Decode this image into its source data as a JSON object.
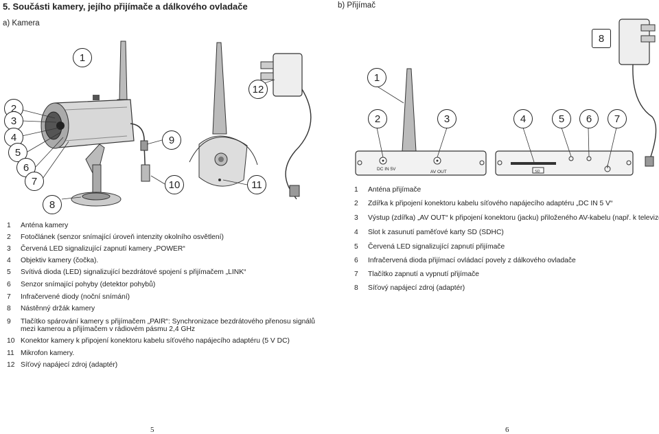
{
  "heading": "5. Součásti kamery, jejího přijímače a dálkového ovladače",
  "sections": {
    "camera": "a) Kamera",
    "receiver": "b) Přijímač"
  },
  "camera_callouts": [
    "1",
    "2",
    "3",
    "4",
    "5",
    "6",
    "7",
    "8",
    "9",
    "10",
    "11",
    "12"
  ],
  "receiver_callouts": [
    "1",
    "2",
    "3",
    "4",
    "5",
    "6",
    "7",
    "8"
  ],
  "receiver_panel": {
    "dc_label": "DC IN 5V",
    "av_label": "AV OUT",
    "sd_label": "SD"
  },
  "camera_parts": [
    {
      "num": "1",
      "text": "Anténa kamery"
    },
    {
      "num": "2",
      "text": "Fotočlánek (senzor snímající úroveň intenzity okolního osvětlení)"
    },
    {
      "num": "3",
      "text": "Červená LED signalizující zapnutí kamery „POWER“"
    },
    {
      "num": "4",
      "text": "Objektiv kamery (čočka)."
    },
    {
      "num": "5",
      "text": "Svítivá dioda (LED) signalizující bezdrátové spojení s přijímačem „LINK“"
    },
    {
      "num": "6",
      "text": "Senzor snímající pohyby (detektor pohybů)"
    },
    {
      "num": "7",
      "text": "Infračervené diody (noční snímání)"
    },
    {
      "num": "8",
      "text": "Nástěnný držák kamery"
    },
    {
      "num": "9",
      "text": "Tlačítko spárování kamery s přijímačem „PAIR“: Synchronizace bezdrátového přenosu signálů"
    },
    {
      "num": "",
      "text": "mezi kamerou a přijímačem v rádiovém pásmu 2,4 GHz"
    },
    {
      "num": "10",
      "text": "Konektor kamery k připojení konektoru kabelu síťového napájecího adaptéru (5 V DC)"
    },
    {
      "num": "11",
      "text": "Mikrofon kamery."
    },
    {
      "num": "12",
      "text": "Síťový napájecí zdroj (adaptér)"
    }
  ],
  "receiver_parts": [
    {
      "num": "1",
      "text": "Anténa přijímače"
    },
    {
      "num": "2",
      "text": "Zdířka k připojení konektoru kabelu síťového napájecího adaptéru „DC IN 5 V“"
    },
    {
      "num": "3",
      "text": "Výstup (zdířka) „AV OUT“ k připojení konektoru (jacku) přiloženého AV-kabelu (např. k televizoru)"
    },
    {
      "num": "4",
      "text": "Slot k zasunutí paměťové karty SD (SDHC)"
    },
    {
      "num": "5",
      "text": "Červená LED signalizující zapnutí přijímače"
    },
    {
      "num": "6",
      "text": "Infračervená dioda přijímací ovládací povely z dálkového ovladače"
    },
    {
      "num": "7",
      "text": "Tlačítko zapnutí a vypnutí přijímače"
    },
    {
      "num": "8",
      "text": "Síťový napájecí zdroj (adaptér)"
    }
  ],
  "page_numbers": {
    "left": "5",
    "right": "6"
  }
}
